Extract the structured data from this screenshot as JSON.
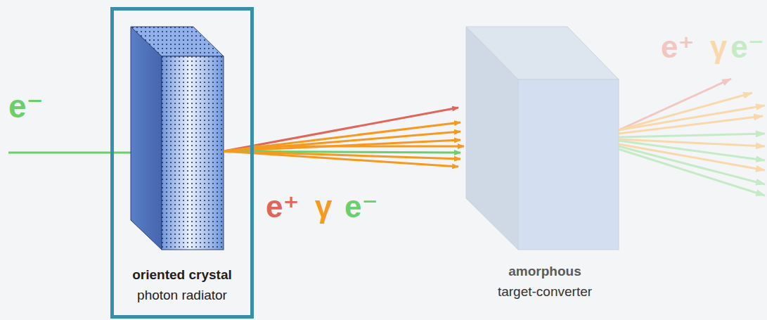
{
  "diagram": {
    "nodes": [
      {
        "text": [
          "oriented crystal",
          "photon radiator"
        ]
      },
      {
        "text": [
          "amorphous",
          "target-converter"
        ]
      }
    ],
    "edges": [
      {
        "from": 0,
        "to": 1,
        "arrow": "to"
      }
    ],
    "labels": [
      "e⁻",
      "e⁺",
      "γ",
      "e⁻",
      "e⁺",
      "γ",
      "e⁻"
    ]
  }
}
